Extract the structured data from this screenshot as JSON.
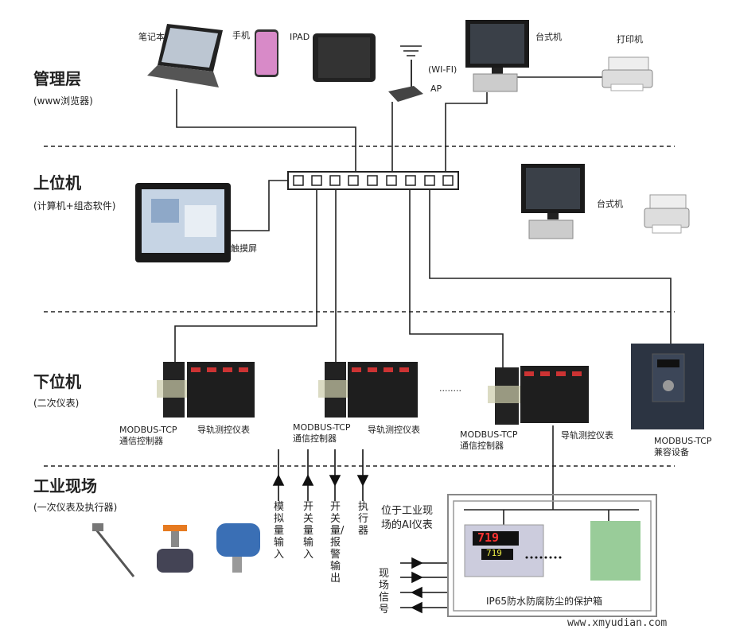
{
  "layers": [
    {
      "title": "管理层",
      "subtitle": "(www浏览器)"
    },
    {
      "title": "上位机",
      "subtitle": "(计算机+组态软件)"
    },
    {
      "title": "下位机",
      "subtitle": "(二次仪表)"
    },
    {
      "title": "工业现场",
      "subtitle": "(一次仪表及执行器)"
    }
  ],
  "management": {
    "laptop": "笔记本",
    "phone": "手机",
    "ipad": "IPAD",
    "wifi": "(WI-FI)",
    "ap": "AP",
    "desktop": "台式机",
    "printer": "打印机"
  },
  "host": {
    "touchscreen": "触摸屏",
    "desktop": "台式机"
  },
  "lower": {
    "groups": [
      {
        "controller_line1": "MODBUS-TCP",
        "controller_line2": "通信控制器",
        "meters": "导轨测控仪表"
      },
      {
        "controller_line1": "MODBUS-TCP",
        "controller_line2": "通信控制器",
        "meters": "导轨测控仪表"
      },
      {
        "controller_line1": "MODBUS-TCP",
        "controller_line2": "通信控制器",
        "meters": "导轨测控仪表"
      }
    ],
    "ellipsis": "........",
    "compatible_line1": "MODBUS-TCP",
    "compatible_line2": "兼容设备"
  },
  "field": {
    "signals": [
      "模拟量输入",
      "开关量输入",
      "开关量/报警输出",
      "执行器"
    ],
    "ai_meter_label": "位于工业现场的AI仪表",
    "field_signal": "现场信号",
    "box_label": "IP65防水防腐防尘的保护箱",
    "meter_display": "719"
  },
  "watermark": "www.xmyudian.com"
}
